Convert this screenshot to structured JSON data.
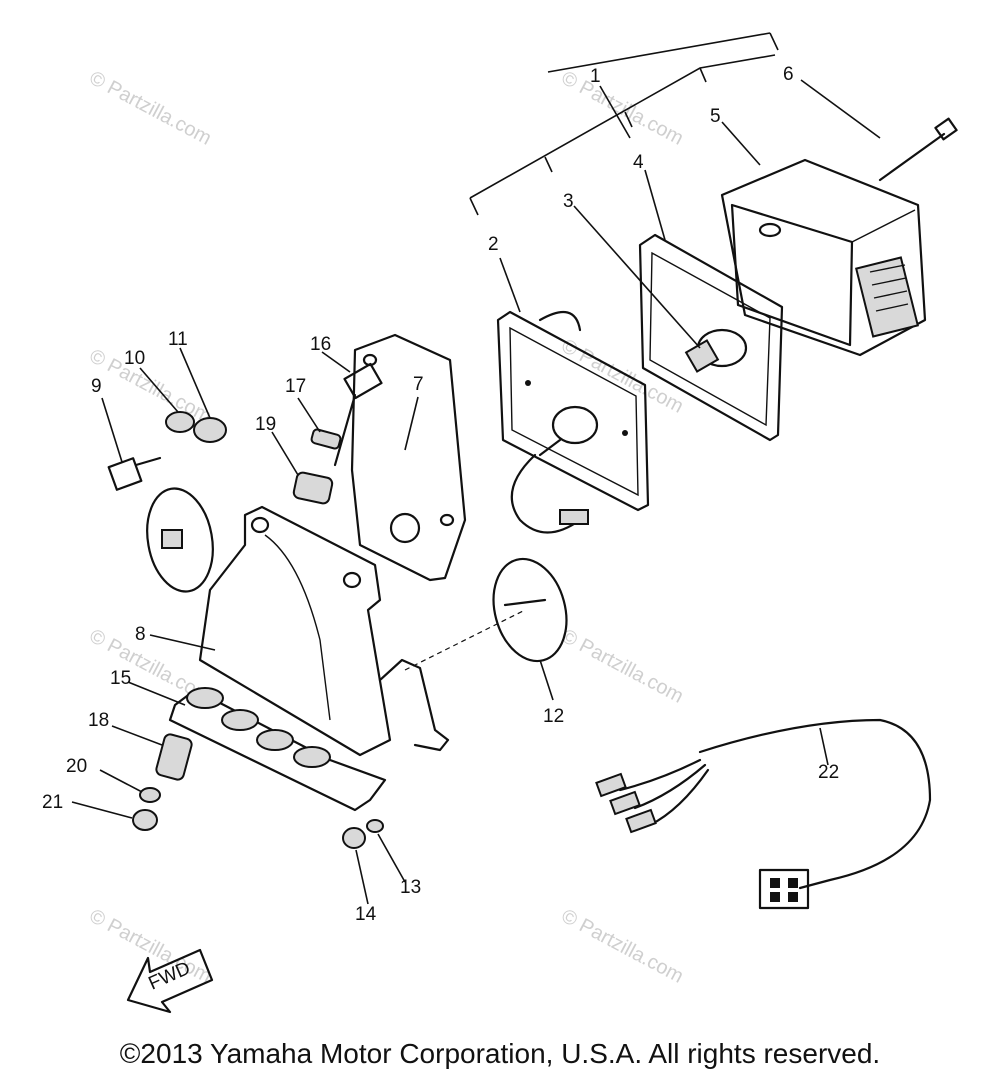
{
  "callouts": [
    "1",
    "2",
    "3",
    "4",
    "5",
    "6",
    "7",
    "8",
    "9",
    "10",
    "11",
    "12",
    "13",
    "14",
    "15",
    "16",
    "17",
    "18",
    "19",
    "20",
    "21",
    "22"
  ],
  "watermark": "© Partzilla.com",
  "fwd_label": "FWD",
  "copyright": "©2013 Yamaha Motor Corporation, U.S.A. All rights reserved."
}
